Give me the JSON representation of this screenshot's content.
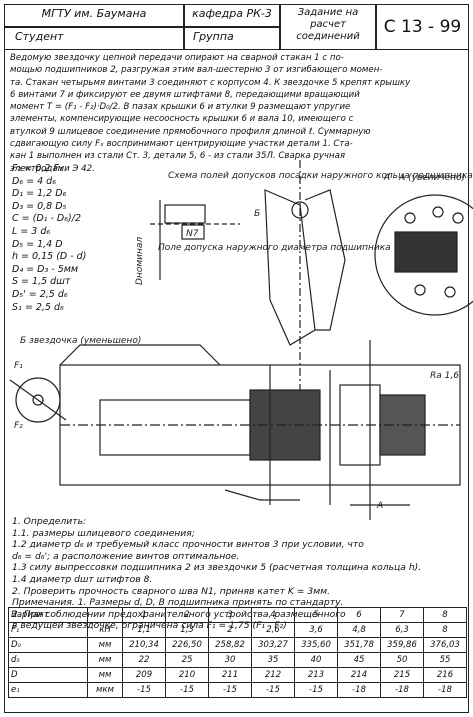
{
  "header": {
    "university": "МГТУ им. Баумана",
    "department": "кафедра РК-3",
    "title": "Задание на расчет соединений",
    "code": "С 13 - 99",
    "student_label": "Студент",
    "group_label": "Группа"
  },
  "task_lines": [
    "Ведомую звездочку цепной передачи опирают на сварной стакан 1 с по-",
    "мощью подшипников 2, разгружая этим вал-шестерню 3 от изгибающего момен-",
    "та. Стакан четырьмя винтами 3 соединяют с корпусом 4. К звездочке 5 крепят крышку",
    "6 винтами 7 и фиксируют ее двумя штифтами 8, передающими вращающий",
    "момент T = (F₁ - F₂)·D₀/2. В пазах крышки 6 и втулки 9 размещают упругие",
    "элементы, компенсирующие несоосность крышки 6 и вала 10, имеющего с",
    "втулкой 9 шлицевое соединение прямобочного профиля длиной ℓ. Суммарную",
    "сдвигающую силу Fₓ воспринимают центрирующие участки детали 1. Ста-",
    "кан 1 выполнен из стали Ст. 3, детали 5, 6 - из стали 35Л. Сварка ручная",
    "электродами Э 42."
  ],
  "params": [
    "F₂ = 0,2 F₁",
    "D₆ = 4 d₆",
    "D₁ = 1,2 D₆",
    "D₃ = 0,8 D₅",
    "C = (D₁ - D₆)/2",
    "L = 3 d₆",
    "D₅ = 1,4 D",
    "h = 0,15 (D - d)",
    "D₄ = D₃ - 5мм",
    "S = 1,5 dшт",
    "D₅' = 2,5 d₆",
    "S₁ = 2,5 d₆"
  ],
  "drawing_labels": {
    "scheme_note": "Схема полей допусков посадки наружного кольца подшипника",
    "dnom": "Dноминал",
    "n7": "N7",
    "tolerance_note": "Поле допуска наружного диаметра подшипника",
    "view_a": "А - А (увеличено)",
    "view_b": "Б звездочка (уменьшено)",
    "f1": "F₁",
    "f2": "F₂",
    "ra": "Ra 1,6",
    "b": "Б",
    "a": "А"
  },
  "instructions": [
    "1. Определить:",
    "1.1. размеры шлицевого соединения;",
    "1.2 диаметр d₆ и требуемый класс прочности винтов 3 при условии, что",
    "d₆ = d₆'; а расположение винтов оптимальное.",
    "1.3 силу выпрессовки подшипника 2 из звездочки 5 (расчетная толщина кольца h).",
    "1.4 диаметр dшт штифтов 8.",
    "2. Проверить прочность сварного шва N1, приняв катет K = 3мм.",
    "Примечания. 1. Размеры d, D, B подшипника принять по стандарту.",
    "2. При соблюдении предохранительного устройства, размещенного",
    "в ведущей звездочке, ограничена сила F₁ = 1,75 (F₁ - F₂)"
  ],
  "variants": {
    "headers": [
      "Вариант",
      "",
      "1",
      "2",
      "3",
      "4",
      "5",
      "6",
      "7",
      "8"
    ],
    "rows": [
      {
        "label": "F₁",
        "unit": "кН",
        "values": [
          "1,1",
          "1,3",
          "2",
          "2,6",
          "3,6",
          "4,8",
          "6,3",
          "8"
        ]
      },
      {
        "label": "D₀",
        "unit": "мм",
        "values": [
          "210,34",
          "226,50",
          "258,82",
          "303,27",
          "335,60",
          "351,78",
          "359,86",
          "376,03"
        ]
      },
      {
        "label": "d₅",
        "unit": "мм",
        "values": [
          "22",
          "25",
          "30",
          "35",
          "40",
          "45",
          "50",
          "55"
        ]
      },
      {
        "label": "D",
        "unit": "мм",
        "values": [
          "209",
          "210",
          "211",
          "212",
          "213",
          "214",
          "215",
          "216"
        ]
      },
      {
        "label": "e₁",
        "unit": "мкм",
        "values": [
          "-15",
          "-15",
          "-15",
          "-15",
          "-15",
          "-18",
          "-18",
          "-18"
        ]
      }
    ]
  }
}
